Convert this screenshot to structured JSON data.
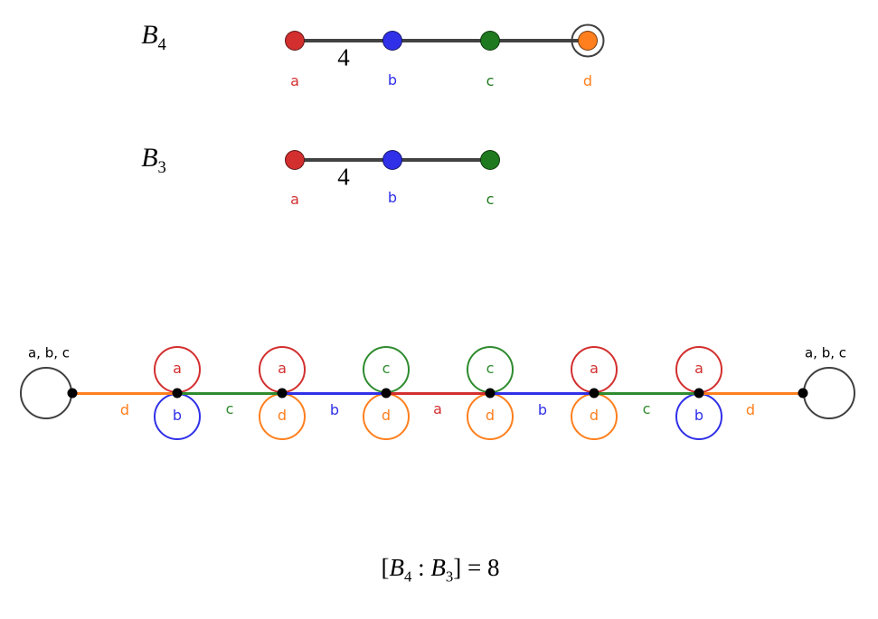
{
  "colors": {
    "red": "#d32f2f",
    "blue": "#3030e8",
    "green": "#2e8b2e",
    "orange": "#ff7f1e",
    "line": "#424242",
    "gray": "#3f3f3f",
    "black": "#000000"
  },
  "coxeter_b4": {
    "title_base": "B",
    "title_sub": "4",
    "edge_label": "4",
    "nodes": [
      {
        "letter": "a",
        "color": "#d32f2f"
      },
      {
        "letter": "b",
        "color": "#3030e8"
      },
      {
        "letter": "c",
        "color": "#1f7a1f"
      },
      {
        "letter": "d",
        "color": "#ff7f1e",
        "ringed": true
      }
    ]
  },
  "coxeter_b3": {
    "title_base": "B",
    "title_sub": "3",
    "edge_label": "4",
    "nodes": [
      {
        "letter": "a",
        "color": "#d32f2f"
      },
      {
        "letter": "b",
        "color": "#3030e8"
      },
      {
        "letter": "c",
        "color": "#1f7a1f"
      }
    ]
  },
  "chain": {
    "left_label": "a, b, c",
    "right_label": "a, b, c",
    "edges": [
      {
        "label": "d",
        "color": "#ff7f1e"
      },
      {
        "label": "c",
        "color": "#2e8b2e"
      },
      {
        "label": "b",
        "color": "#3030e8"
      },
      {
        "label": "a",
        "color": "#d32f2f"
      },
      {
        "label": "b",
        "color": "#3030e8"
      },
      {
        "label": "c",
        "color": "#2e8b2e"
      },
      {
        "label": "d",
        "color": "#ff7f1e"
      }
    ],
    "loop_nodes": [
      {
        "top": {
          "letter": "a",
          "color": "#d32f2f"
        },
        "bottom": {
          "letter": "b",
          "color": "#3030e8"
        }
      },
      {
        "top": {
          "letter": "a",
          "color": "#d32f2f"
        },
        "bottom": {
          "letter": "d",
          "color": "#ff7f1e"
        }
      },
      {
        "top": {
          "letter": "c",
          "color": "#2e8b2e"
        },
        "bottom": {
          "letter": "d",
          "color": "#ff7f1e"
        }
      },
      {
        "top": {
          "letter": "c",
          "color": "#2e8b2e"
        },
        "bottom": {
          "letter": "d",
          "color": "#ff7f1e"
        }
      },
      {
        "top": {
          "letter": "a",
          "color": "#d32f2f"
        },
        "bottom": {
          "letter": "d",
          "color": "#ff7f1e"
        }
      },
      {
        "top": {
          "letter": "a",
          "color": "#d32f2f"
        },
        "bottom": {
          "letter": "b",
          "color": "#3030e8"
        }
      }
    ]
  },
  "formula": {
    "open": "[",
    "base1": "B",
    "sub1": "4",
    "separator": " : ",
    "base2": "B",
    "sub2": "3",
    "close": "] = 8"
  }
}
